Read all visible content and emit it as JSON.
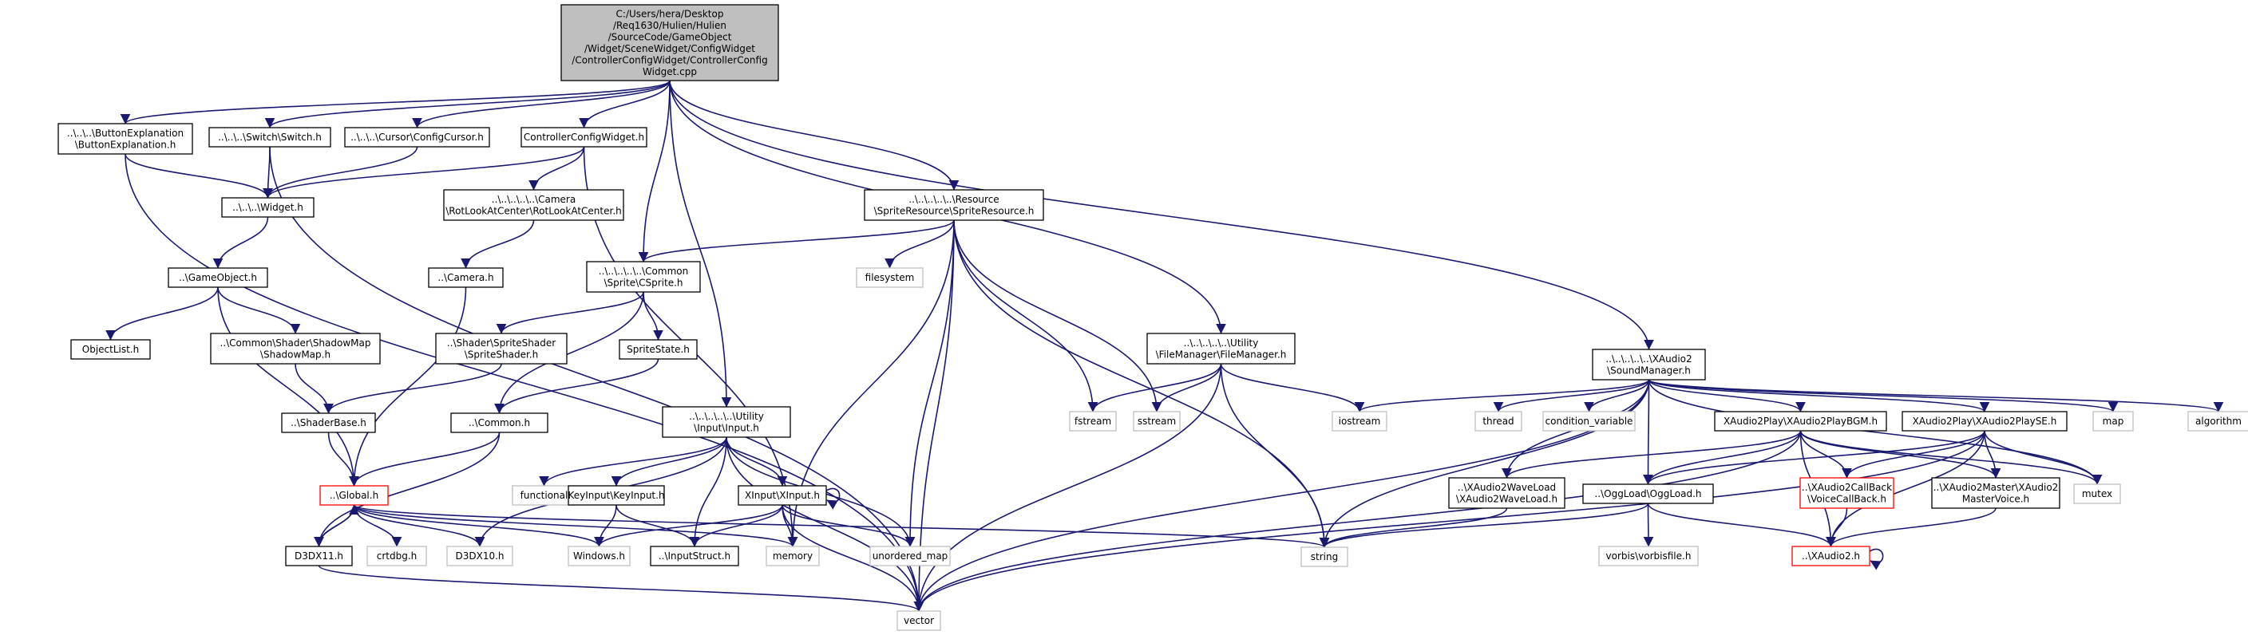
{
  "colors": {
    "edge": "#191970",
    "root_fill": "#bfbfbf",
    "border_documented": "#000000",
    "border_truncated": "#ff0000",
    "border_external": "#bfbfbf",
    "text_external": "#808080"
  },
  "nodes": [
    {
      "id": "root",
      "kind": "root",
      "lines": [
        "C:/Users/hera/Desktop",
        "/Req1630/Hulien/Hulien",
        "/SourceCode/GameObject",
        "/Widget/SceneWidget/ConfigWidget",
        "/ControllerConfigWidget/ControllerConfig",
        "Widget.cpp"
      ]
    },
    {
      "id": "buttonexp",
      "kind": "doc",
      "lines": [
        "..\\..\\..\\ButtonExplanation",
        "\\ButtonExplanation.h"
      ]
    },
    {
      "id": "switch",
      "kind": "doc",
      "lines": [
        "..\\..\\..\\Switch\\Switch.h"
      ]
    },
    {
      "id": "cursor",
      "kind": "doc",
      "lines": [
        "..\\..\\..\\Cursor\\ConfigCursor.h"
      ]
    },
    {
      "id": "ccw",
      "kind": "doc",
      "lines": [
        "ControllerConfigWidget.h"
      ]
    },
    {
      "id": "widget",
      "kind": "doc",
      "lines": [
        "..\\..\\..\\Widget.h"
      ]
    },
    {
      "id": "rotlook",
      "kind": "doc",
      "lines": [
        "..\\..\\..\\..\\..\\Camera",
        "\\RotLookAtCenter\\RotLookAtCenter.h"
      ]
    },
    {
      "id": "gameobject",
      "kind": "doc",
      "lines": [
        "..\\GameObject.h"
      ]
    },
    {
      "id": "camera",
      "kind": "doc",
      "lines": [
        "..\\Camera.h"
      ]
    },
    {
      "id": "objectlist",
      "kind": "doc",
      "lines": [
        "ObjectList.h"
      ]
    },
    {
      "id": "shadowmap",
      "kind": "doc",
      "lines": [
        "..\\Common\\Shader\\ShadowMap",
        "\\ShadowMap.h"
      ]
    },
    {
      "id": "shaderbase",
      "kind": "doc",
      "lines": [
        "..\\ShaderBase.h"
      ]
    },
    {
      "id": "global",
      "kind": "trunc",
      "lines": [
        "..\\Global.h"
      ]
    },
    {
      "id": "d3dx11",
      "kind": "doc",
      "lines": [
        "D3DX11.h"
      ]
    },
    {
      "id": "crtdbg",
      "kind": "ext",
      "lines": [
        "crtdbg.h"
      ]
    },
    {
      "id": "d3dx10",
      "kind": "ext",
      "lines": [
        "D3DX10.h"
      ]
    },
    {
      "id": "vector",
      "kind": "ext",
      "lines": [
        "vector"
      ]
    },
    {
      "id": "spriteres",
      "kind": "doc",
      "lines": [
        "..\\..\\..\\..\\..\\Resource",
        "\\SpriteResource\\SpriteResource.h"
      ]
    },
    {
      "id": "filesystem",
      "kind": "ext",
      "lines": [
        "filesystem"
      ]
    },
    {
      "id": "csprite",
      "kind": "doc",
      "lines": [
        "..\\..\\..\\..\\..\\Common",
        "\\Sprite\\CSprite.h"
      ]
    },
    {
      "id": "spriteshader",
      "kind": "doc",
      "lines": [
        "..\\Shader\\SpriteShader",
        "\\SpriteShader.h"
      ]
    },
    {
      "id": "spritestate",
      "kind": "doc",
      "lines": [
        "SpriteState.h"
      ]
    },
    {
      "id": "common",
      "kind": "doc",
      "lines": [
        "..\\Common.h"
      ]
    },
    {
      "id": "input",
      "kind": "doc",
      "lines": [
        "..\\..\\..\\..\\..\\Utility",
        "\\Input\\Input.h"
      ]
    },
    {
      "id": "functional",
      "kind": "ext",
      "lines": [
        "functional"
      ]
    },
    {
      "id": "keyinput",
      "kind": "doc",
      "lines": [
        "KeyInput\\KeyInput.h"
      ]
    },
    {
      "id": "xinput",
      "kind": "doc",
      "lines": [
        "XInput\\XInput.h"
      ]
    },
    {
      "id": "windows",
      "kind": "ext",
      "lines": [
        "Windows.h"
      ]
    },
    {
      "id": "inputstruct",
      "kind": "doc",
      "lines": [
        "..\\InputStruct.h"
      ]
    },
    {
      "id": "memory",
      "kind": "ext",
      "lines": [
        "memory"
      ]
    },
    {
      "id": "unordered_map",
      "kind": "ext",
      "lines": [
        "unordered_map"
      ]
    },
    {
      "id": "filemanager",
      "kind": "doc",
      "lines": [
        "..\\..\\..\\..\\..\\Utility",
        "\\FileManager\\FileManager.h"
      ]
    },
    {
      "id": "fstream",
      "kind": "ext",
      "lines": [
        "fstream"
      ]
    },
    {
      "id": "sstream",
      "kind": "ext",
      "lines": [
        "sstream"
      ]
    },
    {
      "id": "iostream",
      "kind": "ext",
      "lines": [
        "iostream"
      ]
    },
    {
      "id": "string",
      "kind": "ext",
      "lines": [
        "string"
      ]
    },
    {
      "id": "soundmanager",
      "kind": "doc",
      "lines": [
        "..\\..\\..\\..\\..\\XAudio2",
        "\\SoundManager.h"
      ]
    },
    {
      "id": "thread",
      "kind": "ext",
      "lines": [
        "thread"
      ]
    },
    {
      "id": "condvar",
      "kind": "ext",
      "lines": [
        "condition_variable"
      ]
    },
    {
      "id": "playbgm",
      "kind": "doc",
      "lines": [
        "XAudio2Play\\XAudio2PlayBGM.h"
      ]
    },
    {
      "id": "playse",
      "kind": "doc",
      "lines": [
        "XAudio2Play\\XAudio2PlaySE.h"
      ]
    },
    {
      "id": "map",
      "kind": "ext",
      "lines": [
        "map"
      ]
    },
    {
      "id": "algorithm",
      "kind": "ext",
      "lines": [
        "algorithm"
      ]
    },
    {
      "id": "waveload",
      "kind": "doc",
      "lines": [
        "..\\XAudio2WaveLoad",
        "\\XAudio2WaveLoad.h"
      ]
    },
    {
      "id": "oggload",
      "kind": "doc",
      "lines": [
        "..\\OggLoad\\OggLoad.h"
      ]
    },
    {
      "id": "callback",
      "kind": "trunc",
      "lines": [
        "..\\XAudio2CallBack",
        "\\VoiceCallBack.h"
      ]
    },
    {
      "id": "mastervoice",
      "kind": "doc",
      "lines": [
        "..\\XAudio2Master\\XAudio2",
        "MasterVoice.h"
      ]
    },
    {
      "id": "mutex",
      "kind": "ext",
      "lines": [
        "mutex"
      ]
    },
    {
      "id": "vorbis",
      "kind": "ext",
      "lines": [
        "vorbis\\vorbisfile.h"
      ]
    },
    {
      "id": "xaudio2",
      "kind": "trunc",
      "lines": [
        "..\\XAudio2.h"
      ]
    }
  ],
  "edges": [
    [
      "root",
      "buttonexp"
    ],
    [
      "root",
      "switch"
    ],
    [
      "root",
      "cursor"
    ],
    [
      "root",
      "ccw"
    ],
    [
      "root",
      "csprite"
    ],
    [
      "root",
      "input"
    ],
    [
      "root",
      "spriteres"
    ],
    [
      "root",
      "filemanager"
    ],
    [
      "root",
      "soundmanager"
    ],
    [
      "buttonexp",
      "widget"
    ],
    [
      "buttonexp",
      "vector"
    ],
    [
      "switch",
      "widget"
    ],
    [
      "switch",
      "vector"
    ],
    [
      "cursor",
      "widget"
    ],
    [
      "ccw",
      "widget"
    ],
    [
      "ccw",
      "rotlook"
    ],
    [
      "ccw",
      "memory"
    ],
    [
      "widget",
      "gameobject"
    ],
    [
      "rotlook",
      "camera"
    ],
    [
      "camera",
      "global"
    ],
    [
      "gameobject",
      "objectlist"
    ],
    [
      "gameobject",
      "shadowmap"
    ],
    [
      "gameobject",
      "global"
    ],
    [
      "shadowmap",
      "shaderbase"
    ],
    [
      "shaderbase",
      "global"
    ],
    [
      "global",
      "d3dx11"
    ],
    [
      "global",
      "crtdbg"
    ],
    [
      "global",
      "d3dx10"
    ],
    [
      "global",
      "windows"
    ],
    [
      "global",
      "memory"
    ],
    [
      "global",
      "string"
    ],
    [
      "d3dx11",
      "global"
    ],
    [
      "d3dx11",
      "vector"
    ],
    [
      "spriteres",
      "csprite"
    ],
    [
      "spriteres",
      "filesystem"
    ],
    [
      "spriteres",
      "memory"
    ],
    [
      "spriteres",
      "unordered_map"
    ],
    [
      "spriteres",
      "vector"
    ],
    [
      "spriteres",
      "fstream"
    ],
    [
      "spriteres",
      "sstream"
    ],
    [
      "spriteres",
      "string"
    ],
    [
      "csprite",
      "spriteshader"
    ],
    [
      "csprite",
      "spritestate"
    ],
    [
      "csprite",
      "common"
    ],
    [
      "spriteshader",
      "shaderbase"
    ],
    [
      "spritestate",
      "common"
    ],
    [
      "common",
      "global"
    ],
    [
      "common",
      "d3dx11"
    ],
    [
      "input",
      "functional"
    ],
    [
      "input",
      "keyinput"
    ],
    [
      "input",
      "xinput"
    ],
    [
      "input",
      "inputstruct"
    ],
    [
      "input",
      "unordered_map"
    ],
    [
      "input",
      "vector"
    ],
    [
      "input",
      "d3dx10"
    ],
    [
      "keyinput",
      "windows"
    ],
    [
      "keyinput",
      "inputstruct"
    ],
    [
      "xinput",
      "xinput"
    ],
    [
      "xinput",
      "windows"
    ],
    [
      "xinput",
      "inputstruct"
    ],
    [
      "xinput",
      "memory"
    ],
    [
      "xinput",
      "unordered_map"
    ],
    [
      "xinput",
      "vector"
    ],
    [
      "filemanager",
      "fstream"
    ],
    [
      "filemanager",
      "sstream"
    ],
    [
      "filemanager",
      "iostream"
    ],
    [
      "filemanager",
      "string"
    ],
    [
      "filemanager",
      "vector"
    ],
    [
      "soundmanager",
      "iostream"
    ],
    [
      "soundmanager",
      "string"
    ],
    [
      "soundmanager",
      "vector"
    ],
    [
      "soundmanager",
      "thread"
    ],
    [
      "soundmanager",
      "condvar"
    ],
    [
      "soundmanager",
      "waveload"
    ],
    [
      "soundmanager",
      "oggload"
    ],
    [
      "soundmanager",
      "playbgm"
    ],
    [
      "soundmanager",
      "playse"
    ],
    [
      "soundmanager",
      "map"
    ],
    [
      "soundmanager",
      "mutex"
    ],
    [
      "soundmanager",
      "algorithm"
    ],
    [
      "playbgm",
      "waveload"
    ],
    [
      "playbgm",
      "oggload"
    ],
    [
      "playbgm",
      "callback"
    ],
    [
      "playbgm",
      "mastervoice"
    ],
    [
      "playbgm",
      "xaudio2"
    ],
    [
      "playbgm",
      "vector"
    ],
    [
      "playbgm",
      "mutex"
    ],
    [
      "playse",
      "oggload"
    ],
    [
      "playse",
      "callback"
    ],
    [
      "playse",
      "mastervoice"
    ],
    [
      "playse",
      "xaudio2"
    ],
    [
      "playse",
      "vector"
    ],
    [
      "playse",
      "mutex"
    ],
    [
      "waveload",
      "string"
    ],
    [
      "oggload",
      "string"
    ],
    [
      "oggload",
      "vorbis"
    ],
    [
      "oggload",
      "xaudio2"
    ],
    [
      "callback",
      "xaudio2"
    ],
    [
      "mastervoice",
      "xaudio2"
    ],
    [
      "xaudio2",
      "xaudio2"
    ]
  ]
}
